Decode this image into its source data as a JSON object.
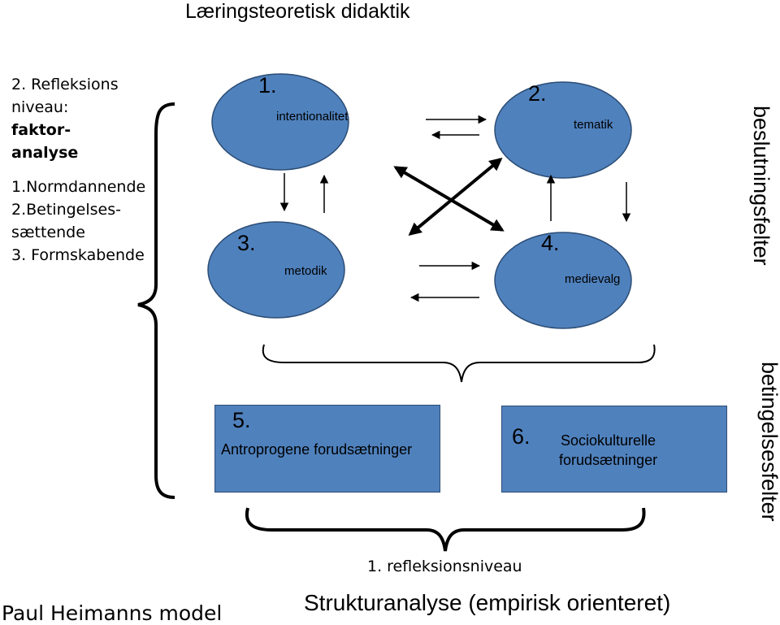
{
  "title": "Læringsteoretisk didaktik",
  "left_panel": {
    "line1": "2. Refleksions",
    "line2": "niveau:",
    "line3": "faktor-",
    "line4": "analyse",
    "line5": "1.Normdannende",
    "line6": "2.Betingelses-",
    "line7": "sættende",
    "line8": "3. Formskabende"
  },
  "ellipses": [
    {
      "number": "1.",
      "label": "intentionalitet"
    },
    {
      "number": "2.",
      "label": "tematik"
    },
    {
      "number": "3.",
      "label": "metodik"
    },
    {
      "number": "4.",
      "label": "medievalg"
    }
  ],
  "boxes": [
    {
      "number": "5.",
      "label": "Antroprogene forudsætninger"
    },
    {
      "number": "6.",
      "label_line1": "Sociokulturelle",
      "label_line2": "forudsætninger"
    }
  ],
  "side_labels": {
    "top": "beslutningsfelter",
    "bottom": "betingelsesfelter"
  },
  "bottom": {
    "level": "1. refleksionsniveau",
    "analysis": "Strukturanalyse (empirisk orienteret)",
    "credit": "Paul Heimanns model"
  },
  "colors": {
    "fill": "#4f81bd",
    "stroke": "#2c4d75"
  }
}
